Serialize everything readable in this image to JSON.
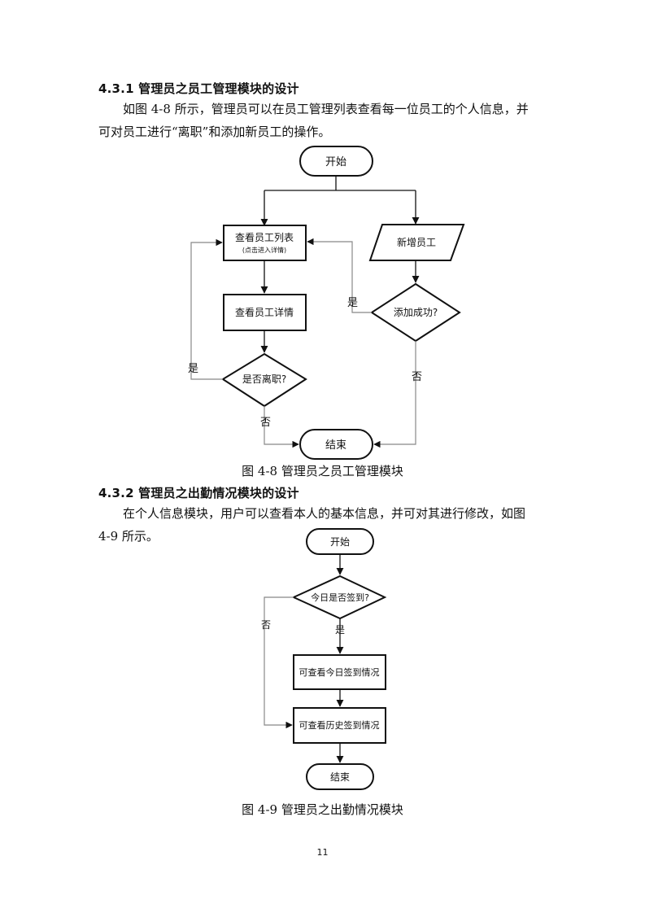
{
  "section_431": {
    "title": "4.3.1 管理员之员工管理模块的设计",
    "paragraph_line1": "如图 4-8 所示，管理员可以在员工管理列表查看每一位员工的个人信息，并",
    "paragraph_line2": "可对员工进行“离职”和添加新员工的操作。"
  },
  "flowchart_48": {
    "start": "开始",
    "view_list": "查看员工列表",
    "view_list_note": "(点击进入详情)",
    "add_employee": "新增员工",
    "view_detail": "查看员工详情",
    "add_success": "添加成功?",
    "resign_check": "是否离职?",
    "yes_label_add": "是",
    "yes_label_resign": "是",
    "no_label_add": "否",
    "no_label_resign": "否",
    "end": "结束",
    "caption": "图 4-8  管理员之员工管理模块"
  },
  "section_432": {
    "title": "4.3.2 管理员之出勤情况模块的设计",
    "paragraph_line1": "在个人信息模块，用户可以查看本人的基本信息，并可对其进行修改，如图",
    "paragraph_line2": "4-9 所示。"
  },
  "flowchart_49": {
    "start": "开始",
    "checkin_today": "今日是否签到?",
    "yes_label": "是",
    "no_label": "否",
    "view_today": "可查看今日签到情况",
    "view_history": "可查看历史签到情况",
    "end": "结束",
    "caption": "图 4-9  管理员之出勤情况模块"
  },
  "page_number": "11"
}
